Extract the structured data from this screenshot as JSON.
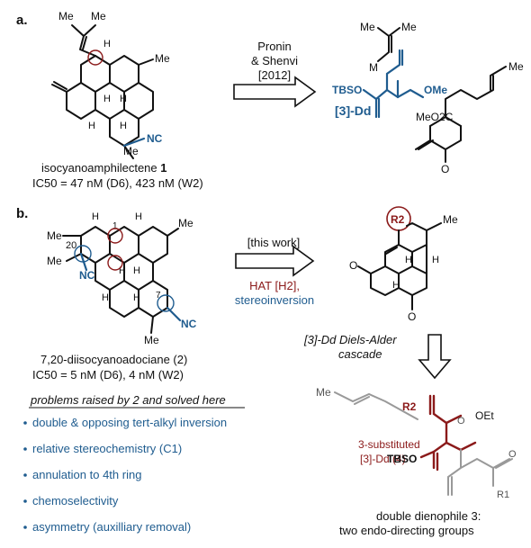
{
  "panel_a": {
    "label": "a.",
    "compound1_name": "isocyanoamphilectene",
    "compound1_number": "1",
    "compound1_ic50": "IC50 = 47 nM (D6), 423 nM (W2)",
    "arrow_line1": "Pronin",
    "arrow_line2": "& Shenvi",
    "arrow_line3": "[2012]",
    "diene_label": "[3]-Dd",
    "groups": {
      "me": "Me",
      "m": "M",
      "tbso": "TBSO",
      "ome": "OMe",
      "co2me": "MeO2C",
      "o": "O",
      "nc": "NC",
      "h": "H"
    }
  },
  "panel_b": {
    "label": "b.",
    "compound2_name": "7,20-diisocyanoadociane (2)",
    "compound2_ic50": "IC50 = 5 nM (D6), 4 nM (W2)",
    "arrow_top": "[this work]",
    "arrow_bottom1": "HAT [H2],",
    "arrow_bottom2": "stereoinversion",
    "locant_20": "20",
    "locant_1": "1",
    "locant_7": "7",
    "r2": "R2",
    "cascade_line1": "[3]-Dd Diels-Alder",
    "cascade_line2": "cascade",
    "substituted_line1": "3-substituted",
    "substituted_line2": "[3]-Dd (4)",
    "dienophile_line1": "double dienophile 3:",
    "dienophile_line2": "two endo-directing groups",
    "r1": "R1",
    "oet": "OEt"
  },
  "problems": {
    "heading": "problems raised by 2 and solved here",
    "items": [
      "double & opposing tert-alkyl inversion",
      "relative stereochemistry (C1)",
      "annulation to 4th ring",
      "chemoselectivity",
      "asymmetry (auxilliary removal)"
    ]
  },
  "colors": {
    "blue": "#1f5c8f",
    "red": "#8b1a1a",
    "grey": "#999999"
  }
}
